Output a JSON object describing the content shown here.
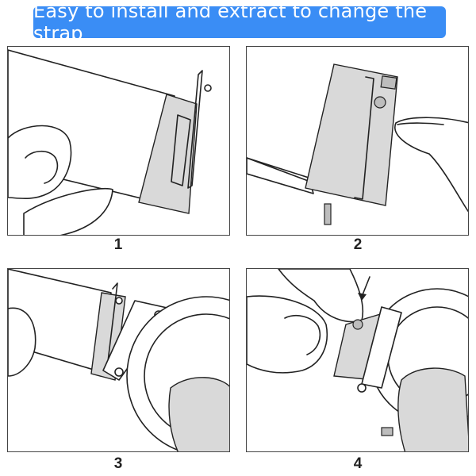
{
  "banner": {
    "text": "Easy to install and extract to change the strap",
    "color": "#3a8df5"
  },
  "steps": [
    {
      "number": "1"
    },
    {
      "number": "2"
    },
    {
      "number": "3"
    },
    {
      "number": "4"
    }
  ]
}
